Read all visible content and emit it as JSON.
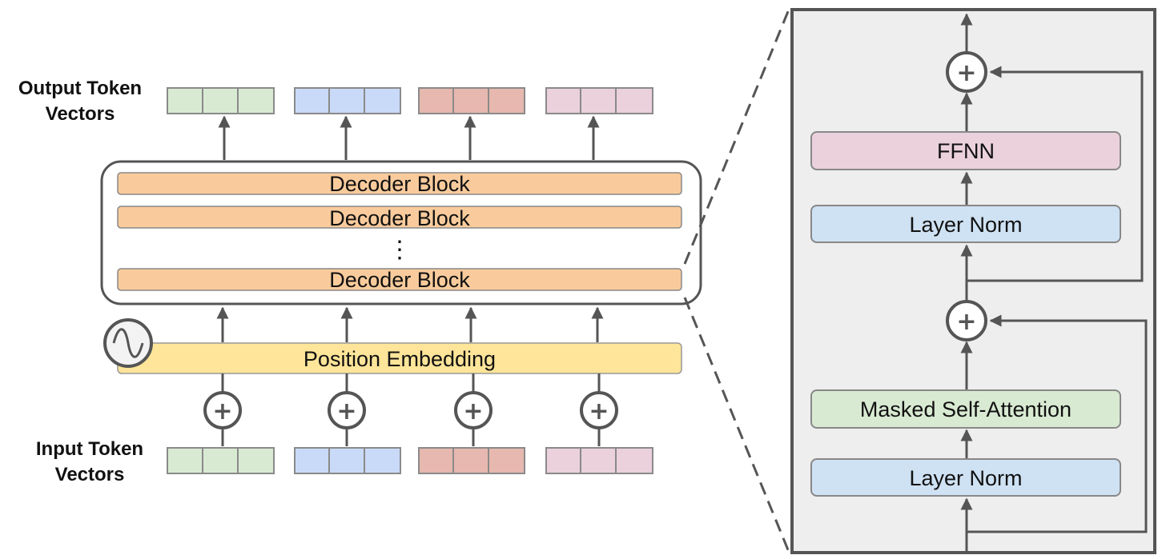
{
  "labels": {
    "output": [
      "Output Token",
      "Vectors"
    ],
    "input": [
      "Input Token",
      "Vectors"
    ],
    "decoder_blocks": [
      "Decoder Block",
      "Decoder Block",
      "Decoder Block"
    ],
    "ellipsis": "⋮",
    "position_embedding": "Position Embedding",
    "plus": "+"
  },
  "detail": {
    "ffnn": "FFNN",
    "layer_norm_top": "Layer Norm",
    "masked_attention": "Masked Self-Attention",
    "layer_norm_bottom": "Layer Norm"
  },
  "token_colors": [
    {
      "fill": "#d9ead3",
      "name": "green"
    },
    {
      "fill": "#c9daf8",
      "name": "blue"
    },
    {
      "fill": "#e6b8af",
      "name": "red"
    },
    {
      "fill": "#ead1dc",
      "name": "pink"
    }
  ],
  "colors": {
    "decoder": "#f9cb9c",
    "position": "#ffe599",
    "ffnn": "#ead1dc",
    "layer_norm": "#cfe2f3",
    "attention": "#d9ead3",
    "panel": "#eeeeee",
    "stroke": "#555555"
  }
}
